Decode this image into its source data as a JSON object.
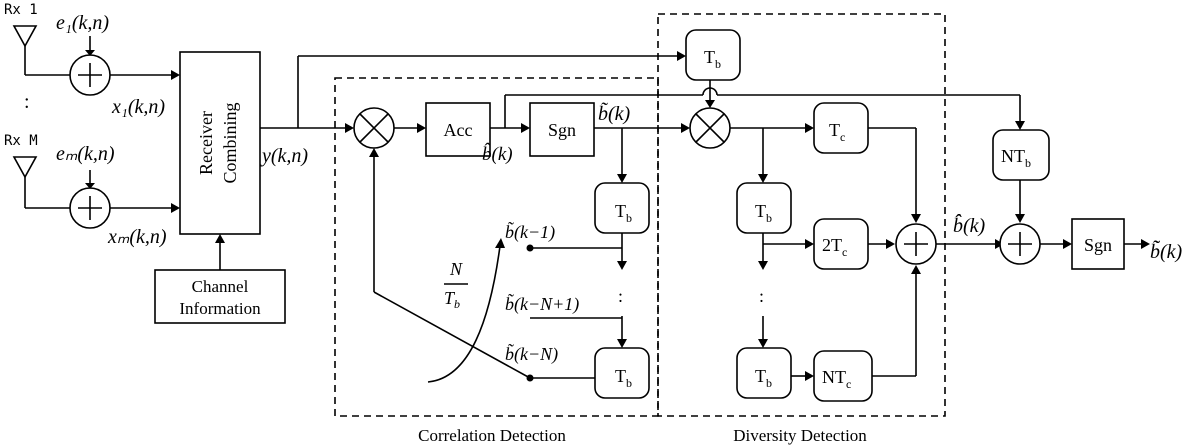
{
  "antennas": {
    "rx1_label": "Rx 1",
    "rxm_label": "Rx M",
    "ellipsis": ":"
  },
  "signals": {
    "noise_1": "e₁(k,n)",
    "noise_m": "eₘ(k,n)",
    "input_1": "x₁(k,n)",
    "input_m": "xₘ(k,n)",
    "combined": "y(k,n)",
    "acc_out": "b̂(k)",
    "sgn_out": "b̃(k)",
    "tap_1": "b̃(k−1)",
    "tap_n1": "b̃(k−N+1)",
    "tap_n": "b̃(k−N)",
    "sum_out": "b̂̂(k)",
    "final_out": "b̃̃(k)"
  },
  "blocks": {
    "receiver_combining_1": "Receiver",
    "receiver_combining_2": "Combining",
    "channel_info_1": "Channel",
    "channel_info_2": "Information",
    "acc": "Acc",
    "sgn": "Sgn",
    "sgn_final": "Sgn",
    "tb": "T",
    "tb_sub": "b",
    "tc": "T",
    "tc_sub": "c",
    "two_tc": "2T",
    "n_tc": "NT",
    "n_tb": "NT"
  },
  "switch_label": {
    "numerator": "N",
    "denominator": "T",
    "denominator_sub": "b"
  },
  "regions": {
    "correlation": "Correlation Detection",
    "diversity": "Diversity Detection"
  },
  "vertical_dots": ":"
}
